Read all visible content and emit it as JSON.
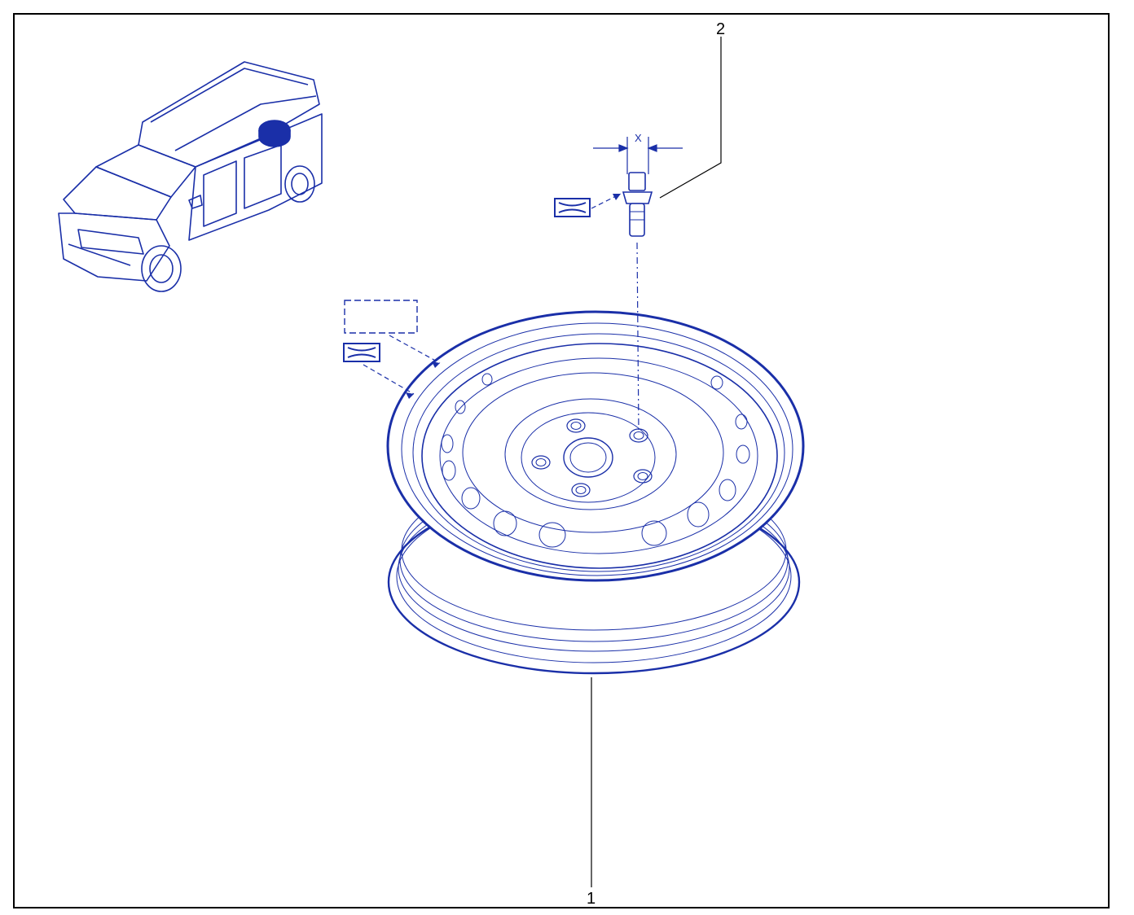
{
  "diagram": {
    "callouts": [
      {
        "number": "1",
        "part": "wheel"
      },
      {
        "number": "2",
        "part": "wheel-bolt"
      }
    ],
    "dimension_label": "X",
    "colors": {
      "line": "#1a2fa8",
      "frame": "#000000",
      "background": "#ffffff"
    },
    "icons": [
      "vehicle-locator-icon",
      "torque-symbol-icon",
      "optional-part-icon"
    ]
  }
}
